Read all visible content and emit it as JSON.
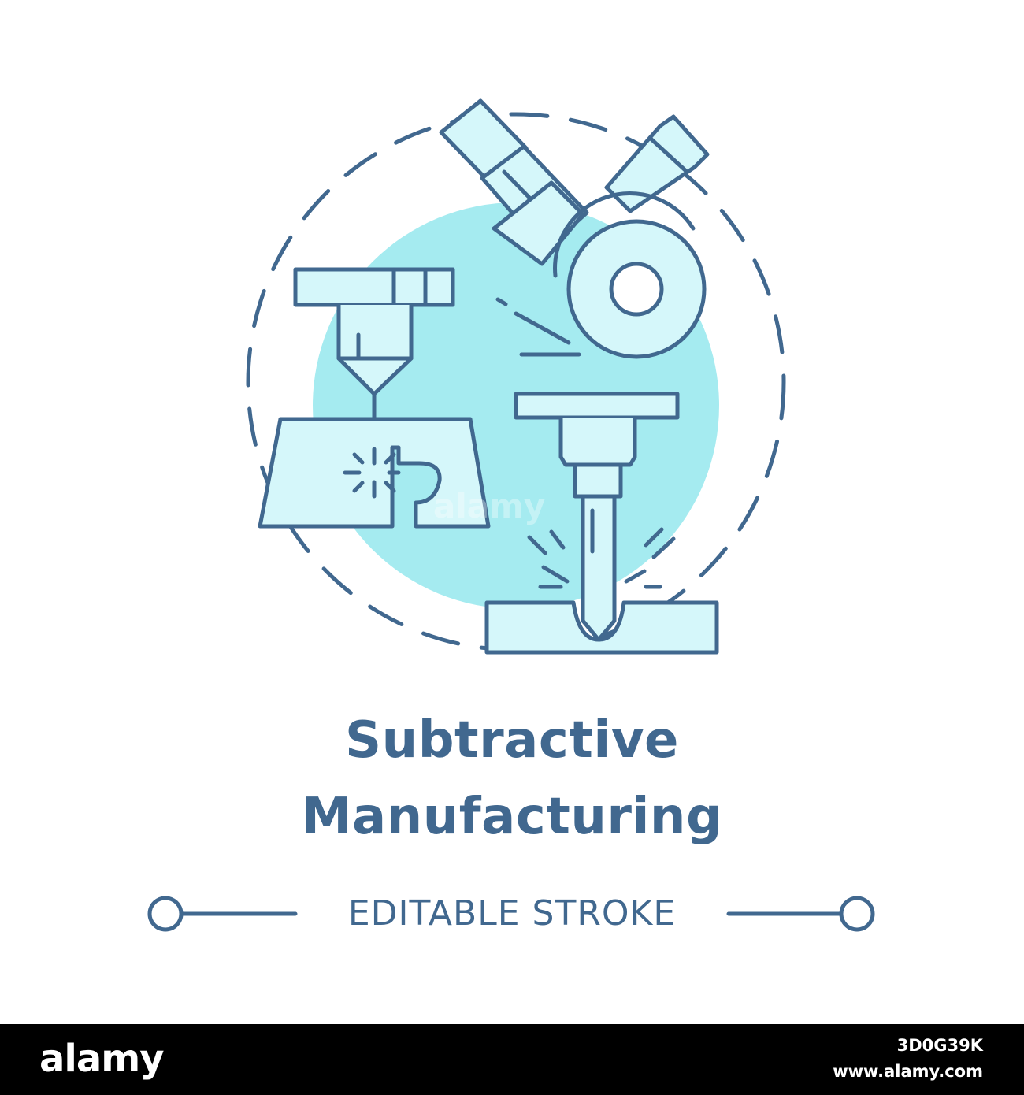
{
  "title": {
    "line1": "Subtractive",
    "line2": "Manufacturing"
  },
  "subtitle": "EDITABLE STROKE",
  "watermark": "alamy",
  "footer": {
    "brand": "alamy",
    "image_id": "3D0G39K",
    "url": "www.alamy.com"
  },
  "colors": {
    "stroke": "#41688f",
    "fill_light": "#d5f7fa",
    "circle_fill": "#a5ebf0",
    "background": "#ffffff",
    "footer_background": "#000000"
  },
  "icons": [
    "angle-grinder-icon",
    "laser-cutter-icon",
    "drill-press-icon"
  ]
}
